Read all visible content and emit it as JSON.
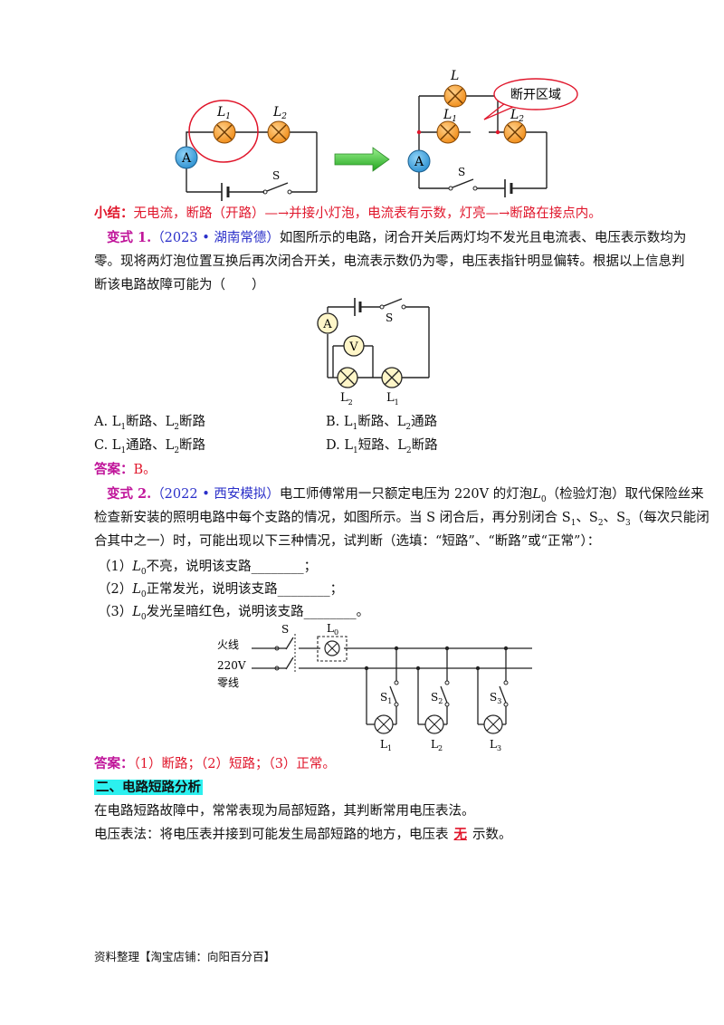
{
  "fig1": {
    "left": {
      "ammeter": "A",
      "lamp1": "L",
      "lamp1_sub": "1",
      "lamp2": "L",
      "lamp2_sub": "2",
      "switch": "S"
    },
    "right": {
      "lampL": "L",
      "ammeter": "A",
      "lamp1": "L",
      "lamp1_sub": "1",
      "lamp2": "L",
      "lamp2_sub": "2",
      "switch": "S",
      "callout": "断开区域"
    }
  },
  "summary": {
    "label": "小结：",
    "text": "无电流，断路（开路）—→并接小灯泡，电流表有示数，灯亮—→断路在接点内。"
  },
  "variant1": {
    "label": "变式 1.",
    "tag": "（2023 • 湖南常德）",
    "line1": "如图所示的电路，闭合开关后两灯均不发光且电流表、电压表示数均为",
    "line2": "零。现将两灯泡位置互换后再次闭合开关，电流表示数仍为零，电压表指针明显偏转。根据以上信息判",
    "line3": "断该电路故障可能为（　　）",
    "fig": {
      "ammeter": "A",
      "voltmeter": "V",
      "switch": "S",
      "lamp_left": "L",
      "lamp_left_sub": "2",
      "lamp_right": "L",
      "lamp_right_sub": "1"
    },
    "options": [
      {
        "letter": "A. ",
        "a": "L",
        "a_sub": "1",
        "a_text": "断路、",
        "b": "L",
        "b_sub": "2",
        "b_text": "断路"
      },
      {
        "letter": "B. ",
        "a": "L",
        "a_sub": "1",
        "a_text": "断路、",
        "b": "L",
        "b_sub": "2",
        "b_text": "通路"
      },
      {
        "letter": "C. ",
        "a": "L",
        "a_sub": "1",
        "a_text": "通路、",
        "b": "L",
        "b_sub": "2",
        "b_text": "断路"
      },
      {
        "letter": "D. ",
        "a": "L",
        "a_sub": "1",
        "a_text": "短路、",
        "b": "L",
        "b_sub": "2",
        "b_text": "断路"
      }
    ],
    "answer_label": "答案：",
    "answer_text": "B。"
  },
  "variant2": {
    "label": "变式 2.",
    "tag": "（2022 • 西安模拟）",
    "line1": "电工师傅常用一只额定电压为 220V 的灯泡",
    "line1_L": "L",
    "line1_sub": "0",
    "line1_end": "（检验灯泡）取代保险丝来",
    "line2": "检查新安装的照明电路中每个支路的情况，如图所示。当 S 闭合后，再分别闭合 S",
    "line2_tail": "（每次只能闭",
    "line3": "合其中之一）时，可能出现以下三种情况，试判断（选填：“短路”、“断路”或“正常”）：",
    "items": [
      {
        "num": "（1）",
        "L": "L",
        "sub": "0",
        "text": "不亮，说明该支路",
        "blank": "________",
        "end": "；"
      },
      {
        "num": "（2）",
        "L": "L",
        "sub": "0",
        "text": "正常发光，说明该支路",
        "blank": "________",
        "end": "；"
      },
      {
        "num": "（3）",
        "L": "L",
        "sub": "0",
        "text": "发光呈暗红色，说明该支路",
        "blank": "________",
        "end": "。"
      }
    ],
    "fig": {
      "live": "火线",
      "voltage": "220V",
      "neutral": "零线",
      "switch": "S",
      "lamp0": "L",
      "lamp0_sub": "0",
      "branches": [
        {
          "s": "S",
          "s_sub": "1",
          "l": "L",
          "l_sub": "1"
        },
        {
          "s": "S",
          "s_sub": "2",
          "l": "L",
          "l_sub": "2"
        },
        {
          "s": "S",
          "s_sub": "3",
          "l": "L",
          "l_sub": "3"
        }
      ]
    },
    "answer_label": "答案：",
    "answer_text": "（1）断路；（2）短路；（3）正常。"
  },
  "section2": {
    "heading": "二、电路短路分析",
    "p1": "在电路短路故障中，常常表现为局部短路，其判断常用电压表法。",
    "p2_pre": "电压表法：将电压表并接到可能发生局部短路的地方，电压表",
    "p2_ans": "无",
    "p2_post": "示数。"
  },
  "footer": "资料整理【淘宝店铺：向阳百分百】",
  "colors": {
    "lamp": "#f39a1e",
    "ammeter": "#3aa0dc",
    "arrow": "#3ec63a",
    "red": "#e0162b",
    "magenta": "#c0159a",
    "tag": "#2a2fc9",
    "highlight": "#2cf0ef",
    "meter_yellow": "#fff6c8"
  }
}
